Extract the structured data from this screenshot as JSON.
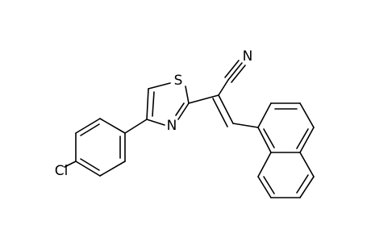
{
  "molecule": {
    "atoms": {
      "cl": "Cl",
      "s": "S",
      "n_ring": "N",
      "n_nitrile": "N"
    }
  }
}
